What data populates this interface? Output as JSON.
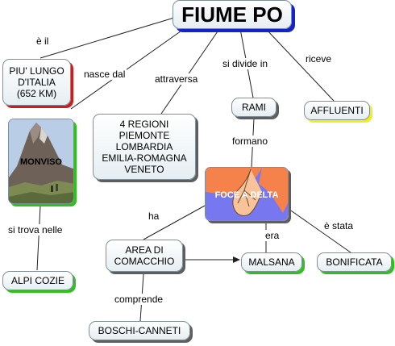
{
  "nodes": {
    "main": "FIUME PO",
    "piu_lungo": "PIU' LUNGO\nD'ITALIA\n(652 KM)",
    "monviso": "MONVISO",
    "alpi": "ALPI COZIE",
    "regioni": "4 REGIONI\nPIEMONTE\nLOMBARDIA\nEMILIA-ROMAGNA\nVENETO",
    "rami": "RAMI",
    "affluenti": "AFFLUENTI",
    "foce": "FOCE A DELTA",
    "area": "AREA DI\nCOMACCHIO",
    "malsana": "MALSANA",
    "bonificata": "BONIFICATA",
    "boschi": "BOSCHI-CANNETI"
  },
  "labels": {
    "e_il": "è il",
    "nasce_dal": "nasce dal",
    "attraversa": "attraversa",
    "si_divide_in": "si divide in",
    "riceve": "riceve",
    "formano": "formano",
    "si_trova_nelle": "si trova nelle",
    "ha": "ha",
    "era": "era",
    "e_stata": "è stata",
    "comprende": "comprende"
  },
  "colors": {
    "shadow_red": "#d21a1a",
    "shadow_green": "#2bc21a",
    "shadow_yellow": "#f1ee1a",
    "shadow_blue": "#1424c8",
    "delta_orange": "#f4824a",
    "delta_blue": "#7777f0"
  }
}
